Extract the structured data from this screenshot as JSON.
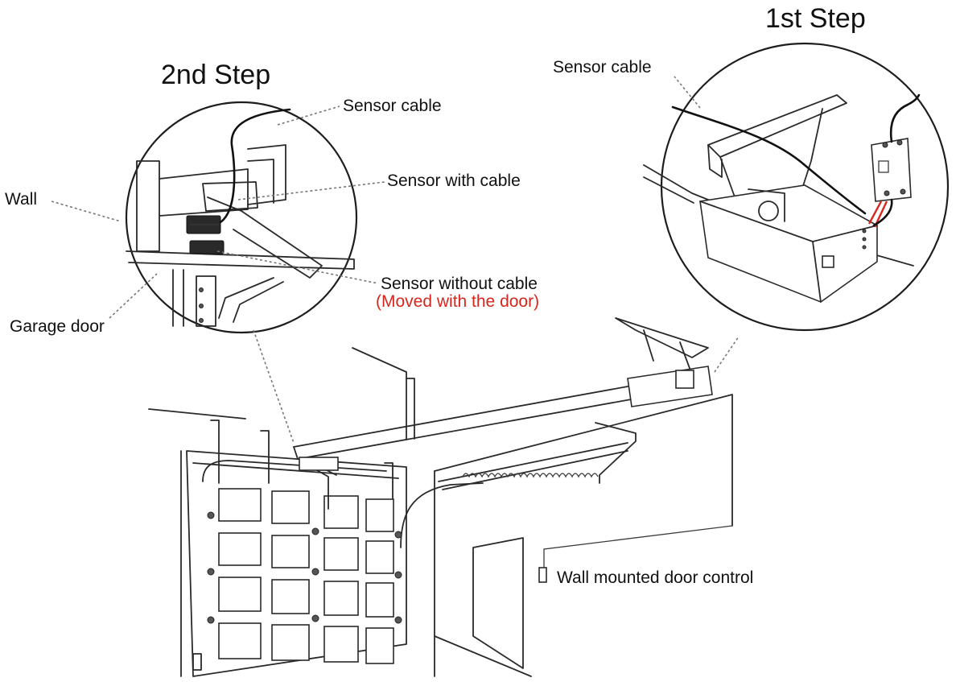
{
  "steps": {
    "second": "2nd Step",
    "first": "1st Step"
  },
  "labels": {
    "sensor_cable_left": "Sensor cable",
    "sensor_with_cable": "Sensor with cable",
    "wall": "Wall",
    "sensor_without_cable": "Sensor without cable",
    "moved_with_door": "(Moved with the door)",
    "garage_door": "Garage door",
    "sensor_cable_right": "Sensor cable",
    "wall_mounted_door_control": "Wall mounted door control"
  },
  "colors": {
    "line": "#2a2a2a",
    "leader": "#777777",
    "cable": "#111111",
    "accent_red": "#d7261e"
  }
}
